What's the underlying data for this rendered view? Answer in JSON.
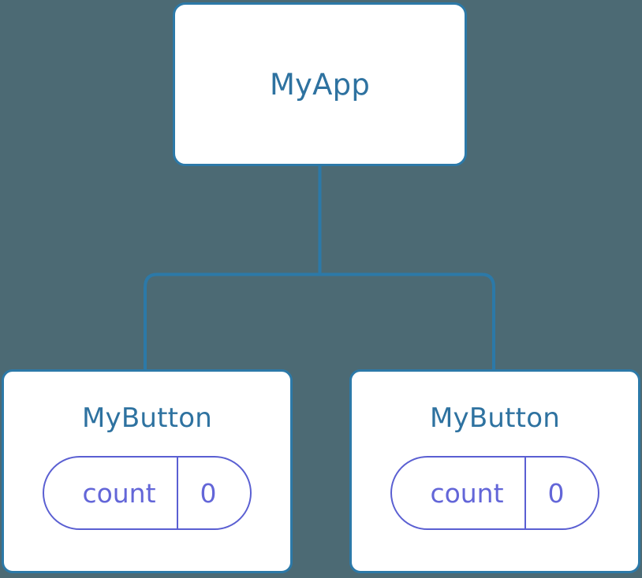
{
  "diagram": {
    "title": "component-tree",
    "background_color": "#4c6a74",
    "node_border_color": "#2c79a8",
    "node_fill_color": "#ffffff",
    "node_title_color": "#2e72a0",
    "pill_border_color": "#5a5fd2",
    "pill_text_color": "#6366d8",
    "edge_color": "#2c79a8"
  },
  "nodes": {
    "root": {
      "title": "MyApp"
    },
    "child_left": {
      "title": "MyButton",
      "state": {
        "key": "count",
        "value": "0"
      }
    },
    "child_right": {
      "title": "MyButton",
      "state": {
        "key": "count",
        "value": "0"
      }
    }
  }
}
